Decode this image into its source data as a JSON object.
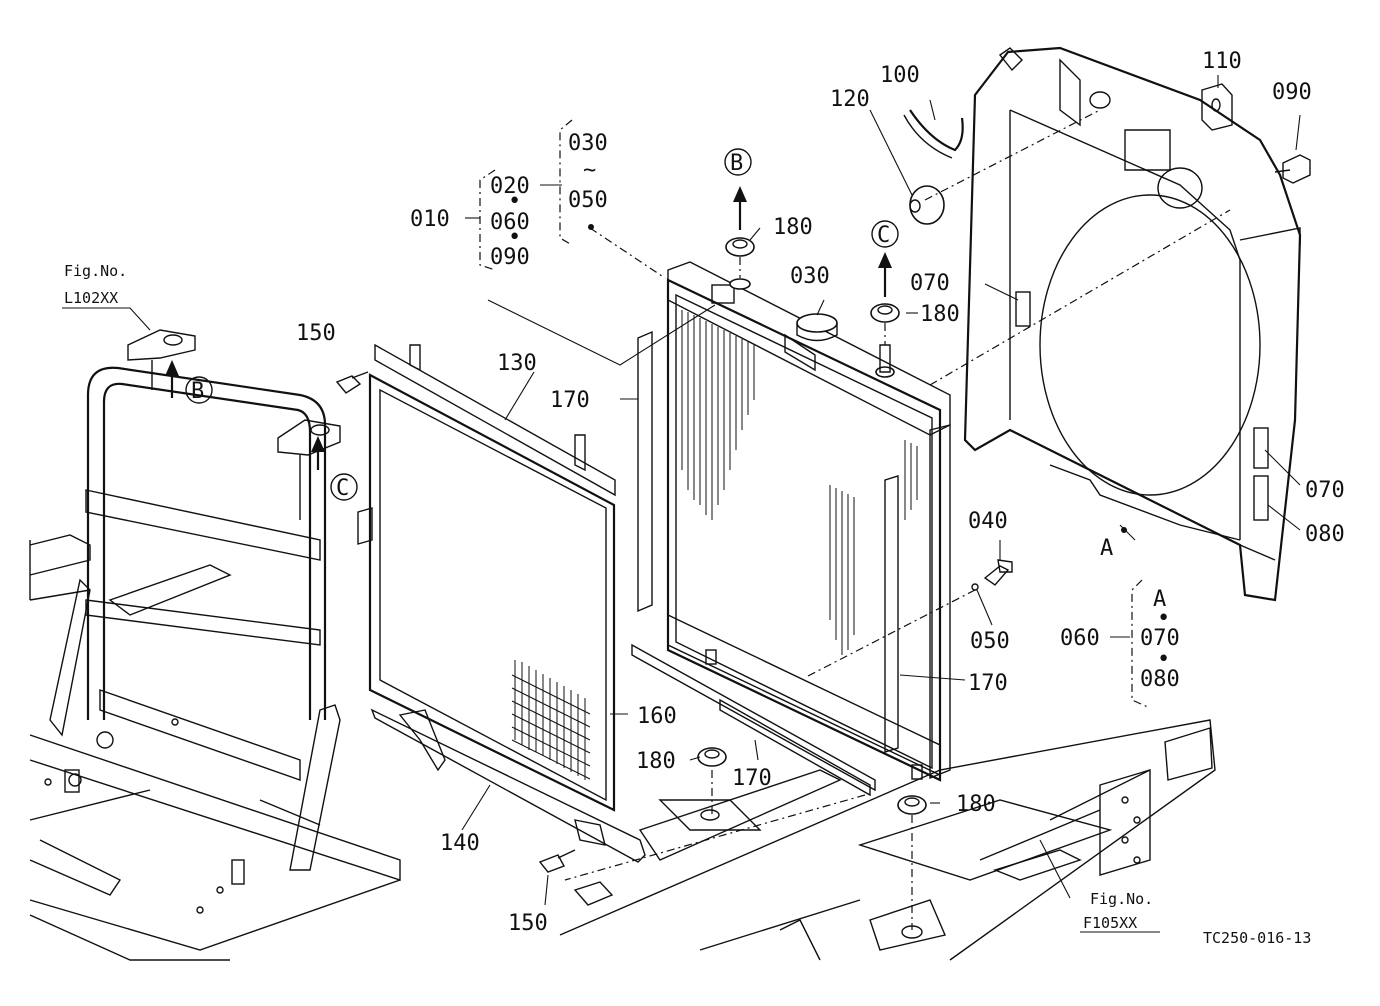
{
  "figure_code": "TC250-016-13",
  "refs": {
    "left_fig_label": "Fig.No.",
    "left_fig_code": "L102XX",
    "right_fig_label": "Fig.No.",
    "right_fig_code": "F105XX"
  },
  "parts": {
    "p010": "010",
    "p020": "020",
    "p030a": "030",
    "p030b": "030",
    "p040": "040",
    "p050a": "050",
    "p050b": "050",
    "p060a": "060",
    "p060b": "060",
    "p070a": "070",
    "p070b": "070",
    "p070c": "070",
    "p080a": "080",
    "p080b": "080",
    "p090a": "090",
    "p090b": "090",
    "p100": "100",
    "p110": "110",
    "p120": "120",
    "p130": "130",
    "p140": "140",
    "p150a": "150",
    "p150b": "150",
    "p160": "160",
    "p170a": "170",
    "p170b": "170",
    "p170c": "170",
    "p180a": "180",
    "p180b": "180",
    "p180c": "180",
    "p180d": "180"
  },
  "markers": {
    "b_top": "B",
    "c_top": "C",
    "b_left": "B",
    "c_left": "C",
    "a_point": "A",
    "a_group": "A"
  },
  "symbols": {
    "range": "~",
    "dot": "•"
  }
}
